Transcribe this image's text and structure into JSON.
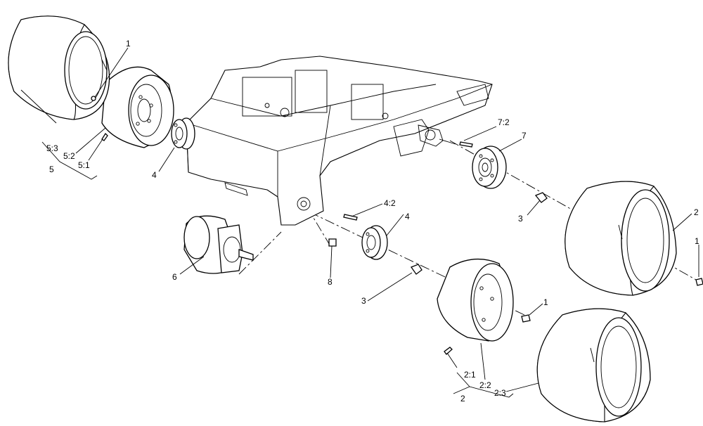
{
  "diagram": {
    "callouts": [
      {
        "id": "c1a",
        "text": "1"
      },
      {
        "id": "c53",
        "text": "5:3"
      },
      {
        "id": "c52",
        "text": "5:2"
      },
      {
        "id": "c5",
        "text": "5"
      },
      {
        "id": "c51",
        "text": "5:1"
      },
      {
        "id": "c4a",
        "text": "4"
      },
      {
        "id": "c72",
        "text": "7:2"
      },
      {
        "id": "c7",
        "text": "7"
      },
      {
        "id": "c3a",
        "text": "3"
      },
      {
        "id": "c2a",
        "text": "2"
      },
      {
        "id": "c1b",
        "text": "1"
      },
      {
        "id": "c42",
        "text": "4:2"
      },
      {
        "id": "c4b",
        "text": "4"
      },
      {
        "id": "c6",
        "text": "6"
      },
      {
        "id": "c8",
        "text": "8"
      },
      {
        "id": "c3b",
        "text": "3"
      },
      {
        "id": "c1c",
        "text": "1"
      },
      {
        "id": "c21",
        "text": "2:1"
      },
      {
        "id": "c22",
        "text": "2:2"
      },
      {
        "id": "c2b",
        "text": "2"
      },
      {
        "id": "c23",
        "text": "2:3"
      }
    ]
  }
}
